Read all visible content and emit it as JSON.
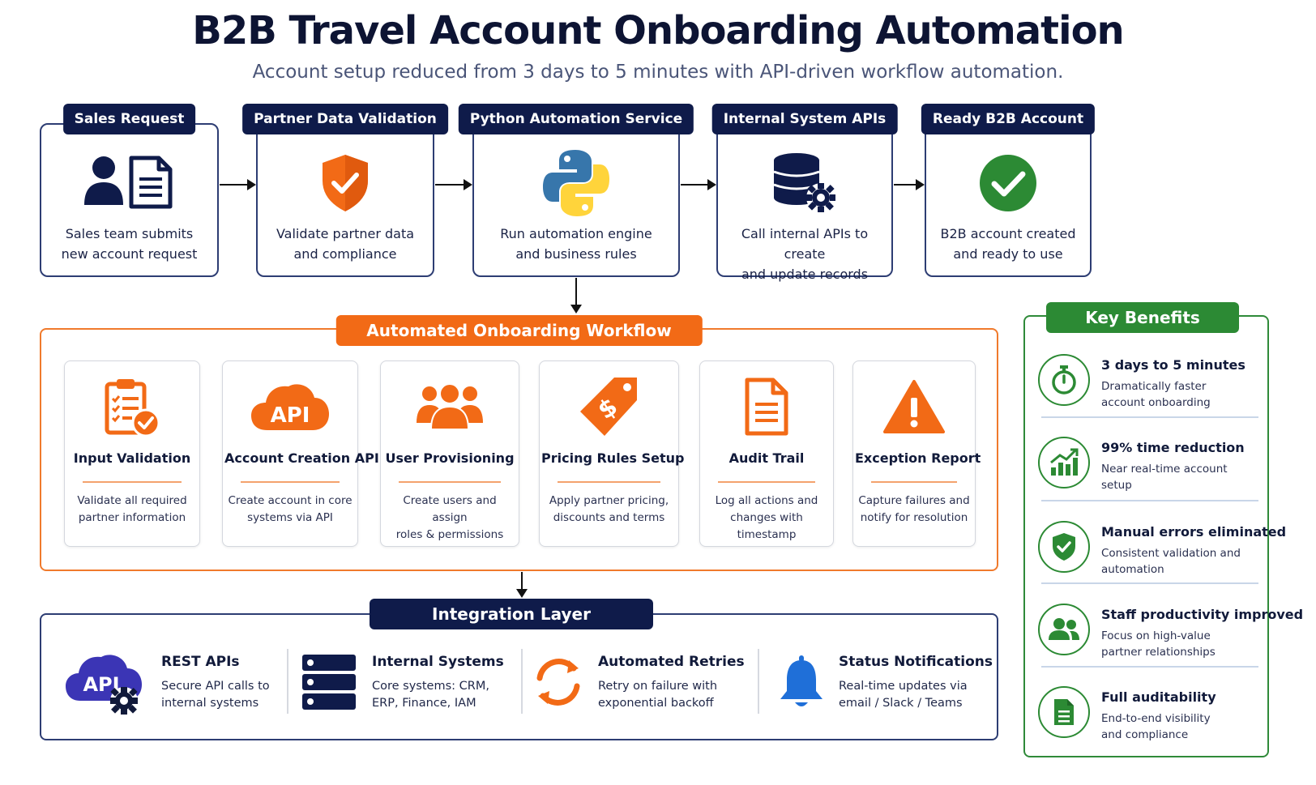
{
  "header": {
    "title": "B2B Travel Account Onboarding Automation",
    "subtitle": "Account setup reduced from 3 days to 5 minutes with API-driven workflow automation."
  },
  "steps": [
    {
      "label": "Sales Request",
      "line1": "Sales team submits",
      "line2": "new account request",
      "icon": "user-document-icon"
    },
    {
      "label": "Partner Data Validation",
      "line1": "Validate partner data",
      "line2": "and compliance",
      "icon": "shield-check-icon"
    },
    {
      "label": "Python Automation Service",
      "line1": "Run automation engine",
      "line2": "and business rules",
      "icon": "python-logo-icon"
    },
    {
      "label": "Internal System APIs",
      "line1": "Call internal APIs to create",
      "line2": "and update records",
      "icon": "database-gear-icon"
    },
    {
      "label": "Ready B2B Account",
      "line1": "B2B account created",
      "line2": "and ready to use",
      "icon": "check-circle-icon"
    }
  ],
  "workflow": {
    "title": "Automated Onboarding Workflow",
    "cards": [
      {
        "title": "Input Validation",
        "line1": "Validate all required",
        "line2": "partner information",
        "icon": "clipboard-check-icon"
      },
      {
        "title": "Account Creation API",
        "line1": "Create account in core",
        "line2": "systems via API",
        "icon": "api-cloud-icon",
        "icon_text": "API"
      },
      {
        "title": "User Provisioning",
        "line1": "Create users and assign",
        "line2": "roles & permissions",
        "icon": "users-icon"
      },
      {
        "title": "Pricing Rules Setup",
        "line1": "Apply partner pricing,",
        "line2": "discounts and terms",
        "icon": "price-tag-icon"
      },
      {
        "title": "Audit Trail",
        "line1": "Log all actions and",
        "line2": "changes with timestamp",
        "icon": "document-icon"
      },
      {
        "title": "Exception Report",
        "line1": "Capture failures and",
        "line2": "notify for resolution",
        "icon": "warning-icon"
      }
    ]
  },
  "integration": {
    "title": "Integration Layer",
    "items": [
      {
        "title": "REST APIs",
        "line1": "Secure API calls to",
        "line2": "internal systems",
        "icon": "api-cloud-gear-icon",
        "icon_text": "API"
      },
      {
        "title": "Internal Systems",
        "line1": "Core systems: CRM,",
        "line2": "ERP, Finance, IAM",
        "icon": "server-stack-icon"
      },
      {
        "title": "Automated Retries",
        "line1": "Retry on failure with",
        "line2": "exponential backoff",
        "icon": "refresh-icon"
      },
      {
        "title": "Status Notifications",
        "line1": "Real-time updates via",
        "line2": "email / Slack / Teams",
        "icon": "bell-icon"
      }
    ]
  },
  "benefits": {
    "title": "Key Benefits",
    "items": [
      {
        "title": "3 days to 5 minutes",
        "line1": "Dramatically faster",
        "line2": "account onboarding",
        "icon": "stopwatch-icon"
      },
      {
        "title": "99% time reduction",
        "line1": "Near real-time account",
        "line2": "setup",
        "icon": "growth-chart-icon"
      },
      {
        "title": "Manual errors eliminated",
        "line1": "Consistent validation and",
        "line2": "automation",
        "icon": "shield-check-icon"
      },
      {
        "title": "Staff productivity improved",
        "line1": "Focus on high-value",
        "line2": "partner relationships",
        "icon": "users-icon"
      },
      {
        "title": "Full auditability",
        "line1": "End-to-end visibility",
        "line2": "and compliance",
        "icon": "document-icon"
      }
    ]
  },
  "colors": {
    "navy": "#0f1b4a",
    "orange": "#f26a16",
    "green": "#2c8a34",
    "python_blue": "#3776ab",
    "python_yellow": "#ffd43b",
    "indigo": "#3b35b5",
    "bell_blue": "#1f6fd8"
  }
}
